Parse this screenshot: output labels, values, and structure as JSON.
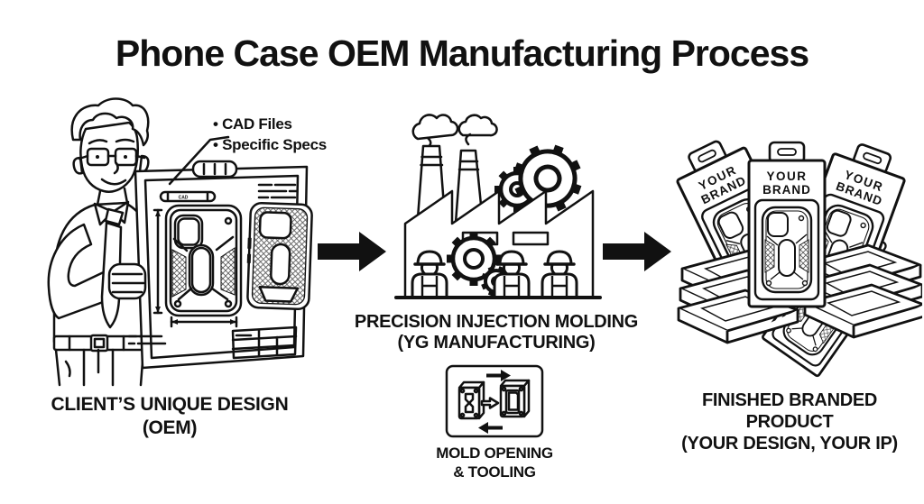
{
  "title": "Phone Case OEM Manufacturing Process",
  "stage_client": {
    "callout_item_1": "• CAD Files",
    "callout_item_2": "• Specific Specs",
    "blueprint_tag": "CAD",
    "caption_line_1": "CLIENT’S UNIQUE DESIGN",
    "caption_line_2": "(OEM)"
  },
  "stage_molding": {
    "caption_line_1": "PRECISION INJECTION MOLDING",
    "caption_line_2": "(YG MANUFACTURING)",
    "mold_caption_line_1": "MOLD OPENING",
    "mold_caption_line_2": "& TOOLING"
  },
  "stage_product": {
    "brand_word_1": "YOUR",
    "brand_word_2": "BRAND",
    "caption_line_1": "FINISHED BRANDED",
    "caption_line_2": "PRODUCT",
    "caption_line_3": "(YOUR DESIGN, YOUR IP)"
  },
  "colors": {
    "ink": "#111111",
    "background": "#ffffff"
  }
}
